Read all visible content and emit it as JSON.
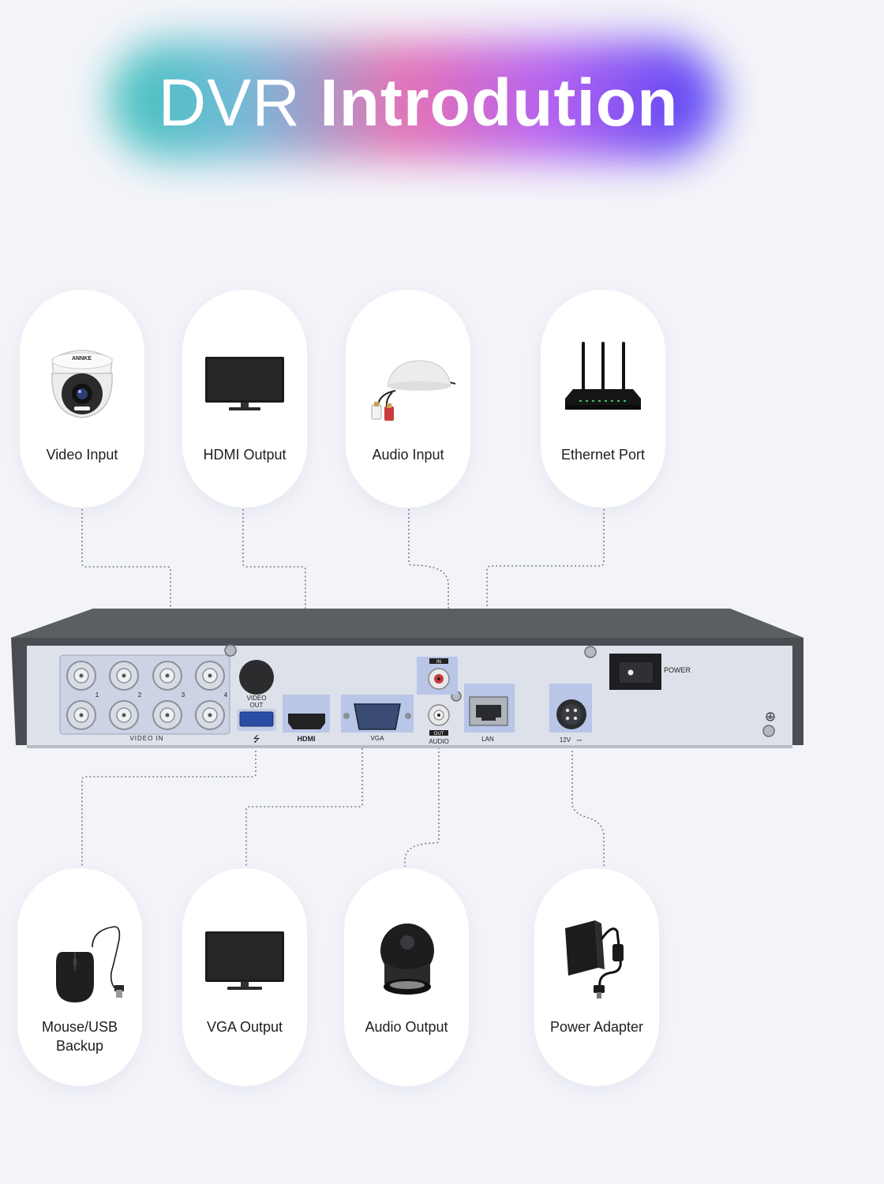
{
  "title": {
    "light": "DVR ",
    "bold": "Introdution"
  },
  "devices_top": [
    {
      "label": "Video Input",
      "icon": "dome-camera-icon"
    },
    {
      "label": "HDMI Output",
      "icon": "monitor-icon"
    },
    {
      "label": "Audio Input",
      "icon": "microphone-icon"
    },
    {
      "label": "Ethernet Port",
      "icon": "router-icon"
    }
  ],
  "devices_bottom": [
    {
      "label_line1": "Mouse/USB",
      "label_line2": "Backup",
      "icon": "mouse-icon"
    },
    {
      "label": "VGA Output",
      "icon": "monitor-icon"
    },
    {
      "label": "Audio Output",
      "icon": "speaker-icon"
    },
    {
      "label": "Power Adapter",
      "icon": "power-adapter-icon"
    }
  ],
  "camera_brand": "ANNKE",
  "dvr": {
    "ports": {
      "video_in": "VIDEO IN",
      "video_out_line1": "VIDEO",
      "video_out_line2": "OUT",
      "hdmi": "HDMI",
      "vga": "VGA",
      "audio_in": "IN",
      "audio_out": "OUT",
      "audio": "AUDIO",
      "lan": "LAN",
      "power_input": "12V",
      "power_switch": "POWER"
    },
    "channel_numbers": [
      "1",
      "2",
      "3",
      "4"
    ]
  },
  "colors": {
    "background": "#f3f4f9",
    "dvr_body": "#4a4c51",
    "dvr_panel": "#dde1e9",
    "port_highlight": "#b9c6e8",
    "connector_line": "#7b7f88"
  }
}
